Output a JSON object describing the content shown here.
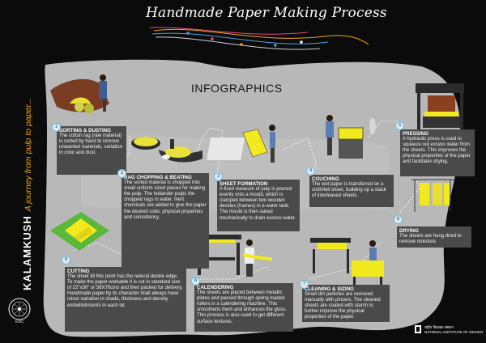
{
  "title": "Handmade Paper Making Process",
  "subtitle": "INFOGRAPHICS",
  "brand": {
    "name": "KALAMKUSH",
    "tagline": "A journey from pulp to paper..."
  },
  "steps": [
    {
      "num": "1",
      "heading": "SORTING & DUSTING",
      "text": "The cotton rag (raw material) is sorted by hand to remove unwanted materials, variation in color and dust."
    },
    {
      "num": "2",
      "heading": "RAG CHOPPING & BEATING",
      "text": "The sorted material is chopped into small uniform sized pieces for making the pulp. The hollander pulps the chopped rags in water. Inert chemicals are added to give the paper the desired color, physical properties and consistency."
    },
    {
      "num": "3",
      "heading": "SHEET FORMATION",
      "text": "A fixed measure of pulp is poured evenly onto a mould, which is clamped between two wooden deckles (frames) in a water tank. The mould is then raised mechanically to drain excess water."
    },
    {
      "num": "4",
      "heading": "COUCHING",
      "text": "The wet paper is transferred on a cloth/felt sheet, building up a stack of interleaved sheets."
    },
    {
      "num": "5",
      "heading": "PRESSING",
      "text": "A hydraulic press is used to squeeze out excess water from the sheets. This improves the physical properties of the paper and facilitates drying."
    },
    {
      "num": "6",
      "heading": "DRYING",
      "text": "The sheets are hung dried to remove moisture."
    },
    {
      "num": "7",
      "heading": "CLEANING & SIZING",
      "text": "Small dirt particles are removed manually with pincers. The cleaned sheets are coated with starch to further improve the physical properties of the paper."
    },
    {
      "num": "8",
      "heading": "CALENDERING",
      "text": "The sheets are placed between metallic plates and passed through spring loaded rollers in a calendering machine. This smoothens them and enhances the gloss. This process is also used to get different surface textures."
    },
    {
      "num": "9",
      "heading": "CUTTING",
      "text": "The sheet till this point has the natural deckle edge. To make the paper workable it is cut in standard size of 22\"x30\" or 56X76cms and then packed for delivery. Handmade paper by its character shall always have minor variation in shade, thickness and density embellishments in each lot."
    }
  ],
  "footer": {
    "nid_line1": "राष्ट्रीय डिज़ाइन संस्थान",
    "nid_line2": "NATIONAL INSTITUTE OF DESIGN",
    "seal_text": "KVIC"
  },
  "colors": {
    "background": "#0b0b0b",
    "panel": "#4a4a4a",
    "shape": "#b8b8b8",
    "accent": "#f0a80a",
    "yellow": "#f2ea1c",
    "number_blue": "#2b8fd0"
  }
}
